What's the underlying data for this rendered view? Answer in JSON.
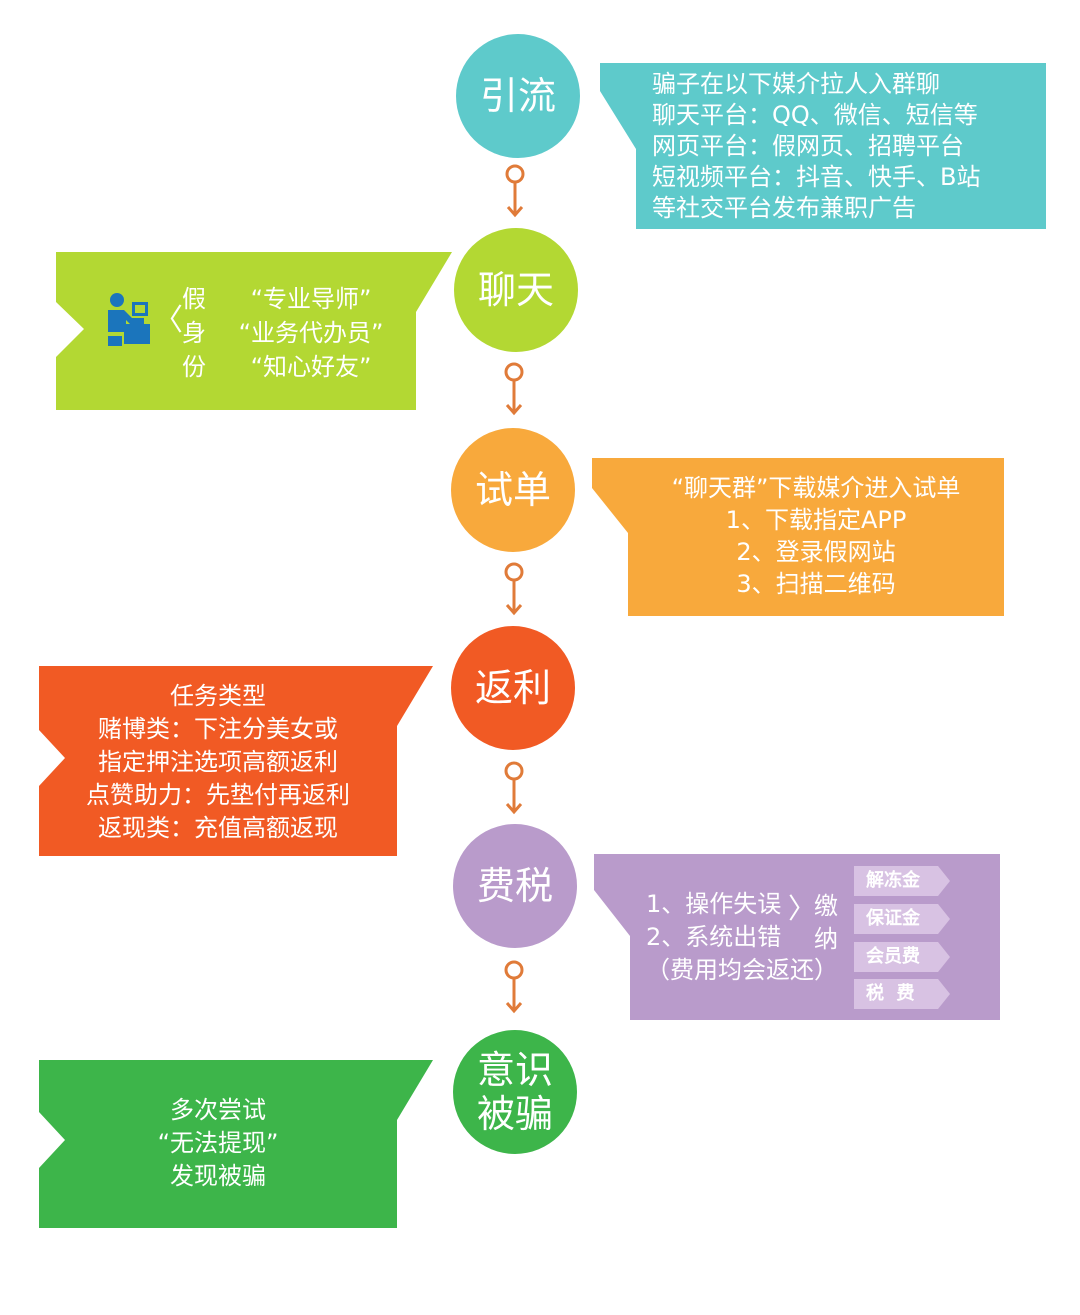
{
  "colors": {
    "teal": "#5ecacb",
    "lime": "#b3d833",
    "orange": "#f8a93c",
    "red_orange": "#f15a24",
    "purple": "#b99bcb",
    "green": "#3db54a",
    "connector": "#e07b39"
  },
  "steps": [
    {
      "label": [
        "引流"
      ]
    },
    {
      "label": [
        "聊天"
      ]
    },
    {
      "label": [
        "试单"
      ]
    },
    {
      "label": [
        "返利"
      ]
    },
    {
      "label": [
        "费税"
      ]
    },
    {
      "label": [
        "意识",
        "被骗"
      ]
    }
  ],
  "boxes": {
    "yinliu": [
      "骗子在以下媒介拉人入群聊",
      "聊天平台：QQ、微信、短信等",
      "网页平台：假网页、招聘平台",
      "短视频平台：抖音、快手、B站",
      "等社交平台发布兼职广告"
    ],
    "liaotian": {
      "icon": "person-at-computer-icon",
      "bracket": "〈",
      "fake_identity": [
        "假",
        "身",
        "份"
      ],
      "roles": [
        "“专业导师”",
        "“业务代办员”",
        "“知心好友”"
      ]
    },
    "shidan": [
      "“聊天群”下载媒介进入试单",
      "1、下载指定APP",
      "2、登录假网站",
      "3、扫描二维码"
    ],
    "fanli": [
      "任务类型",
      "赌博类：下注分美女或",
      "指定押注选项高额返利",
      "点赞助力：先垫付再返利",
      "返现类：充值高额返现"
    ],
    "feishui": {
      "reasons": [
        "1、操作失误",
        "2、系统出错",
        "（费用均会返还）"
      ],
      "bracket": "〉",
      "pay": [
        "缴",
        "纳"
      ],
      "fees": [
        "解冻金",
        "保证金",
        "会员费",
        "税  费"
      ]
    },
    "yishi": [
      "多次尝试",
      "“无法提现”",
      "发现被骗"
    ]
  }
}
